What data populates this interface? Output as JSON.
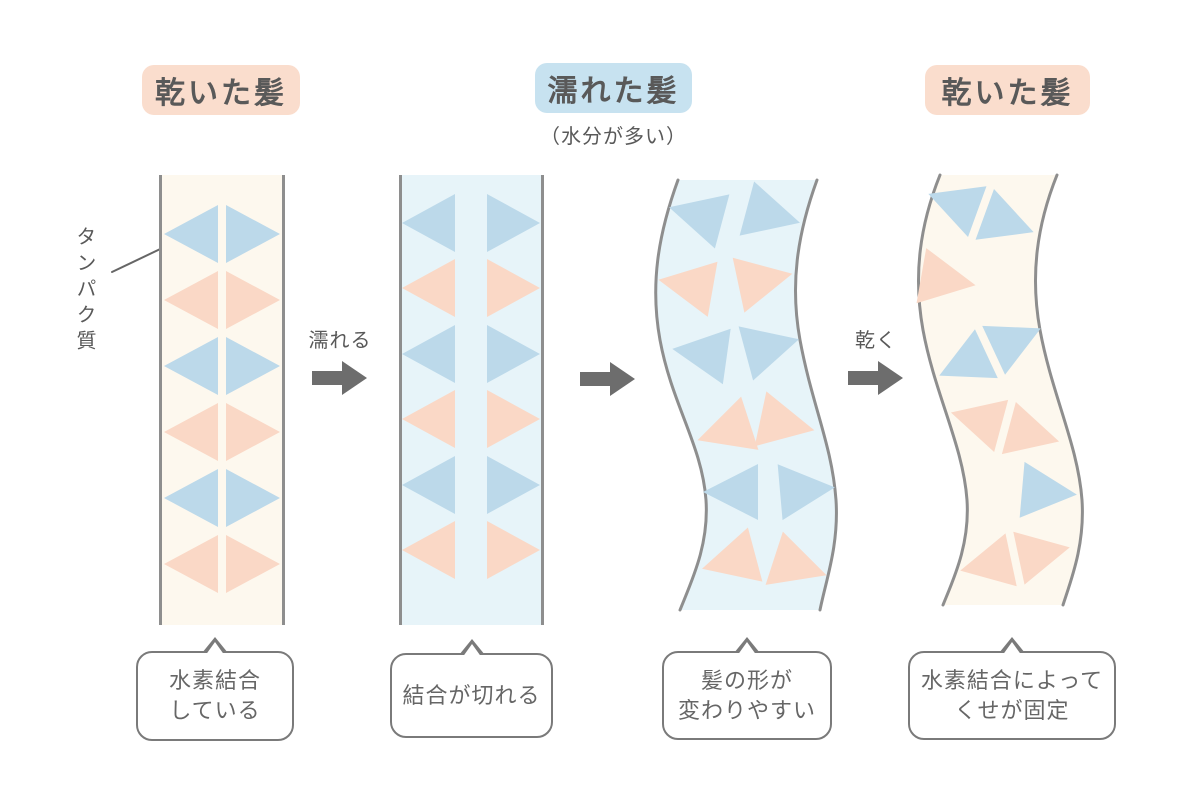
{
  "colors": {
    "peach_badge": "#FADDCD",
    "blue_badge": "#C7E2F0",
    "cream_strand": "#FDF8EE",
    "blue_strand": "#E7F4F9",
    "blue_triangle": "#BCD9EA",
    "peach_triangle": "#FAD8C6",
    "strand_border": "#8E8E8E",
    "arrow_gray": "#6D6D6D",
    "heading_text": "#595959",
    "callout_border": "#7A7A7A",
    "callout_text": "#666666",
    "pointer_line": "#666666"
  },
  "headers": {
    "left": {
      "label": "乾いた髪"
    },
    "middle": {
      "label": "濡れた髪",
      "subtitle": "（水分が多い）"
    },
    "right": {
      "label": "乾いた髪"
    }
  },
  "annotations": {
    "protein": "タンパク質"
  },
  "arrows": {
    "wet": "濡れる",
    "dry": "乾く"
  },
  "callouts": [
    {
      "lines": [
        "水素結合",
        "している"
      ]
    },
    {
      "lines": [
        "結合が切れる"
      ]
    },
    {
      "lines": [
        "髪の形が",
        "変わりやすい"
      ]
    },
    {
      "lines": [
        "水素結合によって",
        "くせが固定"
      ]
    }
  ]
}
